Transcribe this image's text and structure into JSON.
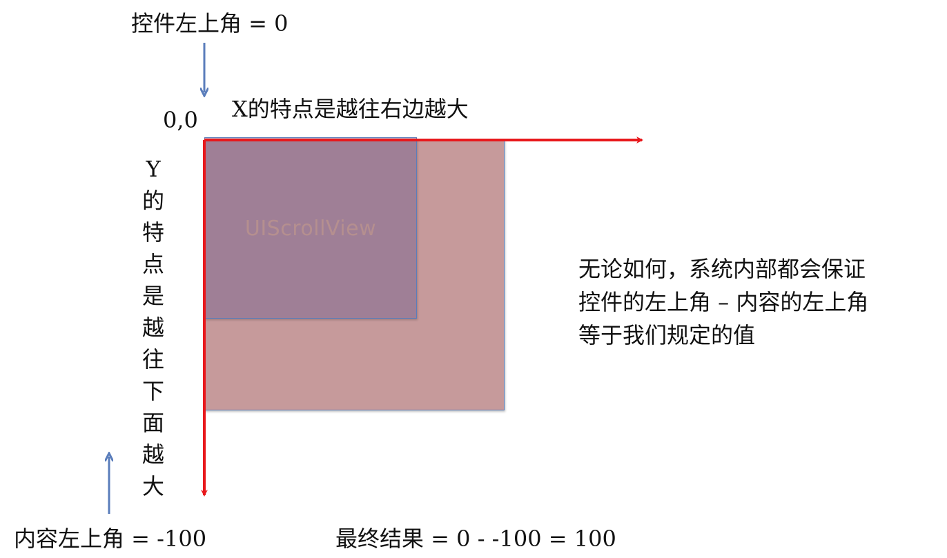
{
  "labels": {
    "control_top_left": "控件左上角 = 0",
    "origin": "0,0",
    "x_axis_note": "X的特点是越往右边越大",
    "y_axis_note": "Y的特点是越往下面越大",
    "content_top_left": "内容左上角 = -100",
    "final_result": "最终结果 = 0 - -100 = 100"
  },
  "scroll_view": {
    "label": "UIScrollView"
  },
  "explanation": {
    "line1": "无论如何，系统内部都会保证",
    "line2": "控件的左上角 – 内容的左上角",
    "line3": "等于我们规定的值"
  },
  "colors": {
    "axis": "#e8181c",
    "pointer_arrow": "#5a7dbb",
    "content_fill": "#c69a9b",
    "scroll_fill": "#806991",
    "outline": "#5a7dbb"
  }
}
